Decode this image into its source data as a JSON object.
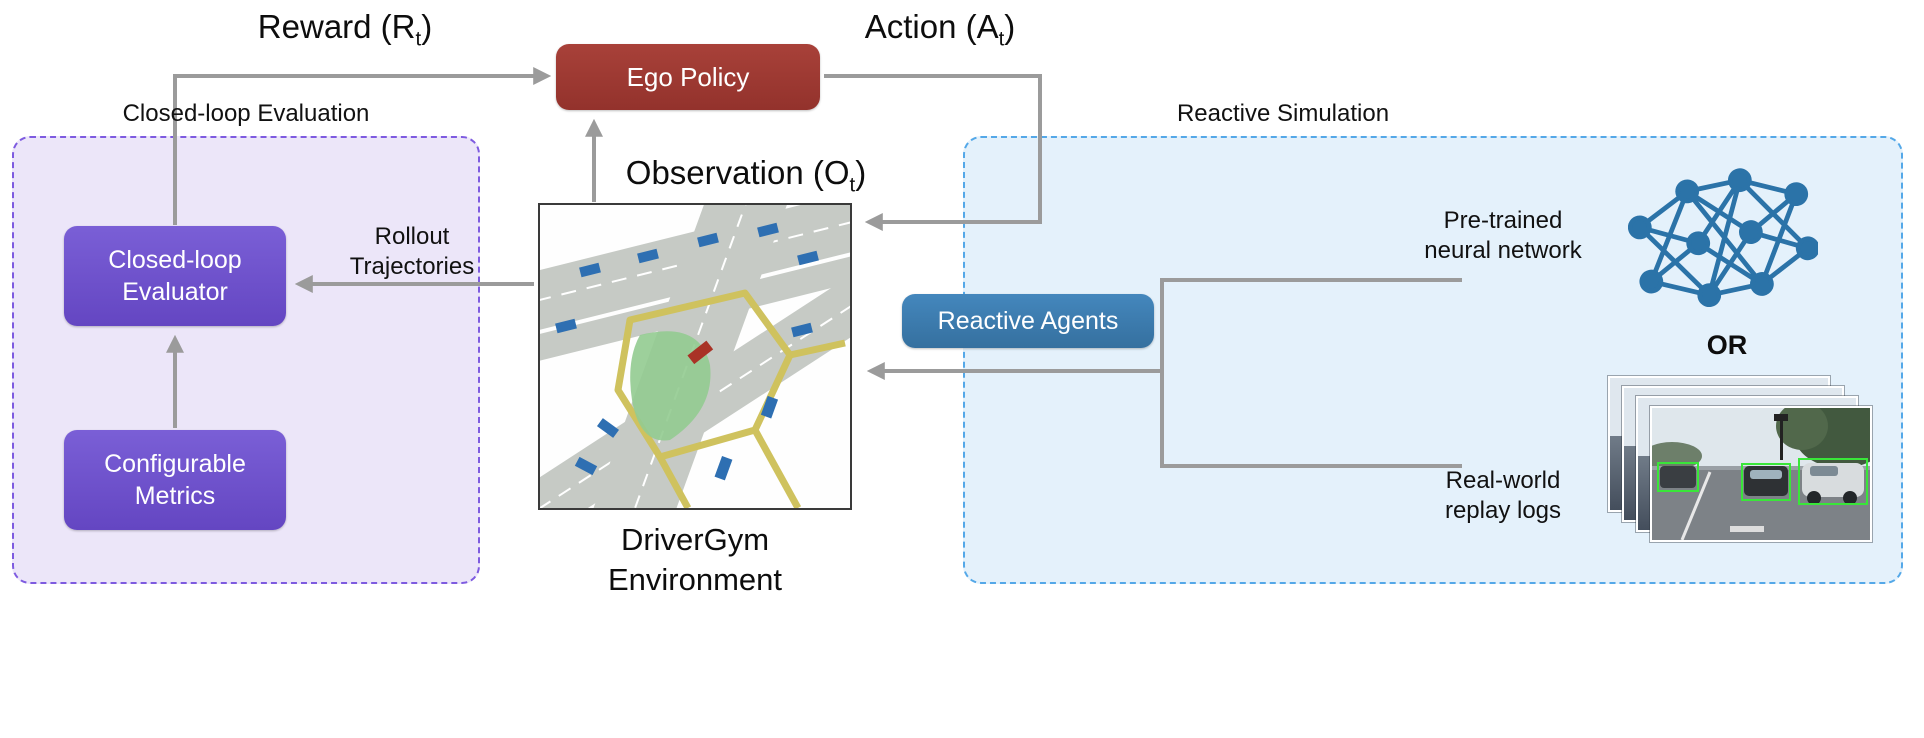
{
  "diagram": {
    "reward_label": {
      "prefix": "Reward (R",
      "sub": "t",
      "suffix": ")"
    },
    "action_label": {
      "prefix": "Action (A",
      "sub": "t",
      "suffix": ")"
    },
    "observation_label": {
      "prefix": "Observation (O",
      "sub": "t",
      "suffix": ")"
    },
    "environment_caption": {
      "line1": "DriverGym",
      "line2": "Environment"
    },
    "or_label": "OR"
  },
  "nodes": {
    "ego_policy": {
      "label": "Ego Policy",
      "color": "#9E3A33"
    },
    "closed_loop_evaluator": {
      "line1": "Closed-loop",
      "line2": "Evaluator",
      "color": "#6A4DCB"
    },
    "configurable_metrics": {
      "line1": "Configurable",
      "line2": "Metrics",
      "color": "#6A4DCB"
    },
    "reactive_agents": {
      "label": "Reactive Agents",
      "color": "#3D7EB5"
    }
  },
  "regions": {
    "closed_loop_evaluation": {
      "title": "Closed-loop Evaluation",
      "fill": "#ECE6F9",
      "border": "#7E5BE0"
    },
    "reactive_simulation": {
      "title": "Reactive Simulation",
      "fill": "#E4F1FB",
      "border": "#54A8E8"
    }
  },
  "connectors": {
    "rollout_label": {
      "line1": "Rollout",
      "line2": "Trajectories"
    },
    "arrow_color": "#9B9B9B"
  },
  "sources": {
    "neural_network": {
      "line1": "Pre-trained",
      "line2": "neural network",
      "icon": "neural-network-icon",
      "icon_color": "#2B73A8"
    },
    "replay_logs": {
      "line1": "Real-world",
      "line2": "replay logs",
      "icon": "replay-logs-stack-icon",
      "bbox_color": "#39E639"
    }
  },
  "environment_preview": {
    "icon": "intersection-simulation-icon",
    "ego_color": "#A93226",
    "agent_color": "#2E6FB2",
    "route_color": "#92CB90",
    "lane_boundary_color": "#CFC25E"
  }
}
